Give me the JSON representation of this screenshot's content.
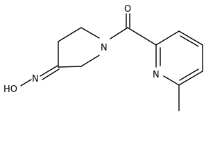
{
  "molecule": {
    "atoms": [
      {
        "id": "ho",
        "label": "HO"
      },
      {
        "id": "n_oxime",
        "label": "N"
      },
      {
        "id": "n_piperidine",
        "label": "N"
      },
      {
        "id": "o_carbonyl",
        "label": "O"
      },
      {
        "id": "n_pyridine",
        "label": "N"
      }
    ],
    "colors": {
      "bond": "#000000",
      "background": "#ffffff",
      "text": "#000000"
    }
  }
}
